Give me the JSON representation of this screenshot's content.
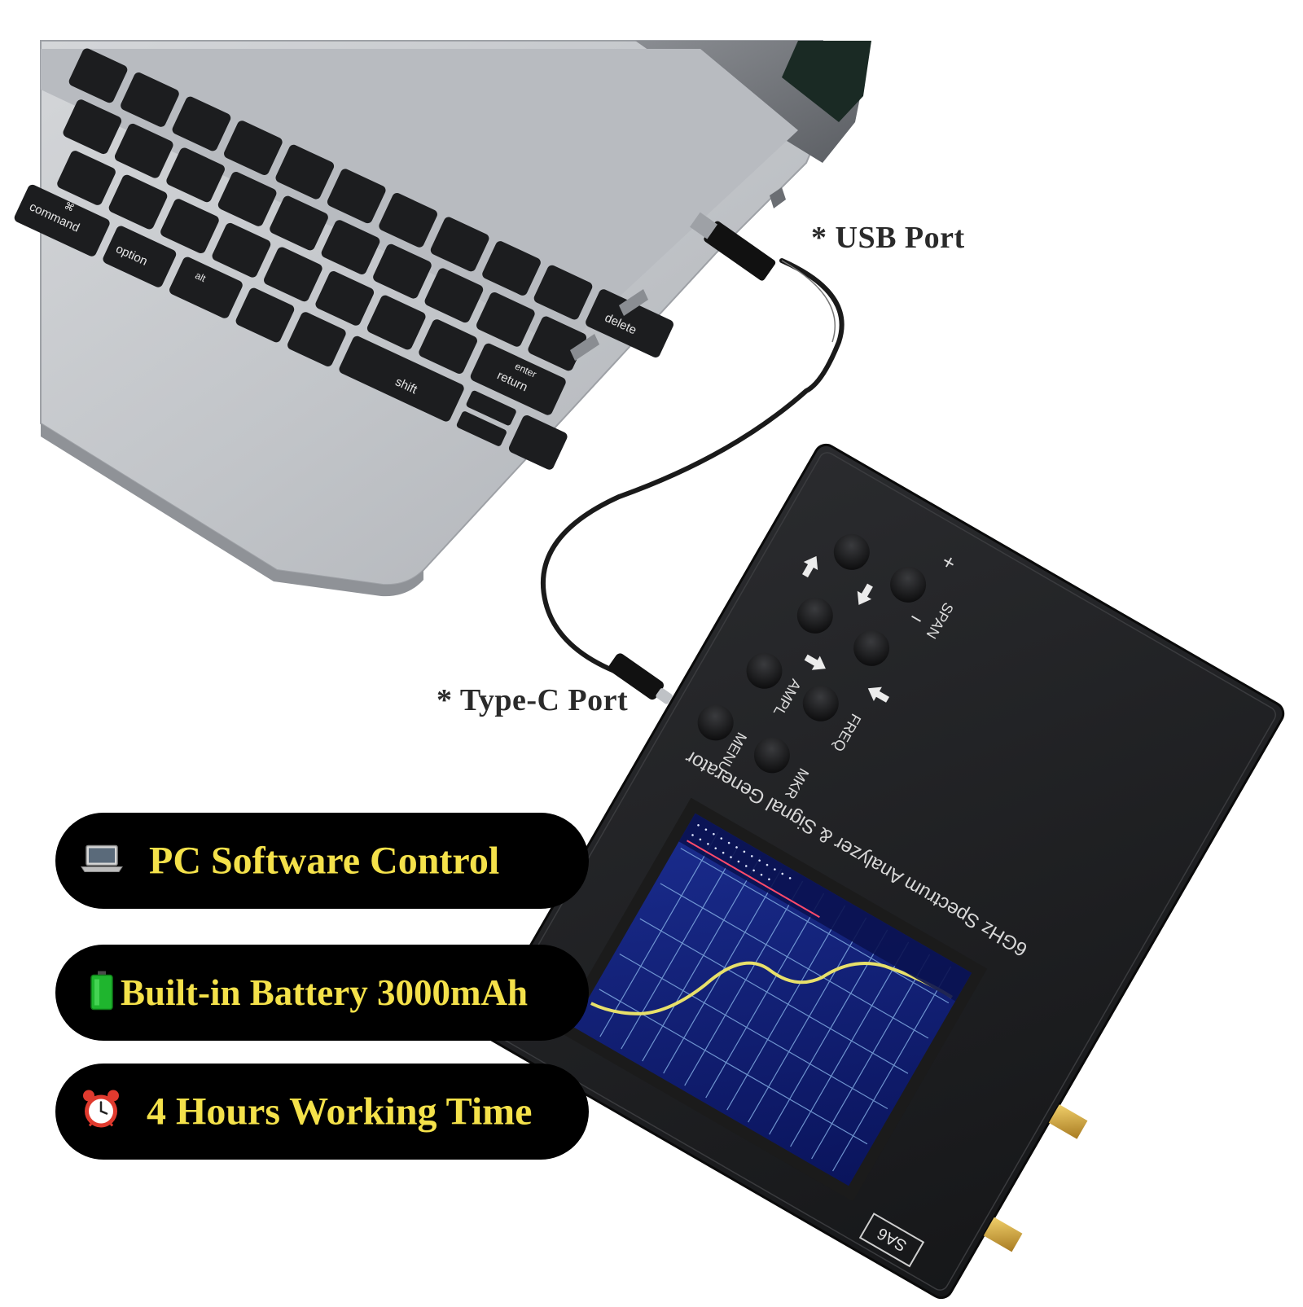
{
  "callouts": {
    "usb_port": "* USB Port",
    "type_c_port": "* Type-C Port"
  },
  "features": [
    {
      "icon": "laptop-icon",
      "label": "PC Software Control"
    },
    {
      "icon": "battery-icon",
      "label": "Built-in Battery 3000mAh"
    },
    {
      "icon": "alarm-clock-icon",
      "label": "4 Hours Working Time"
    }
  ],
  "device": {
    "title": "6GHz  Spectrum Analyzer & Signal Generator",
    "model": "SA6",
    "buttons": {
      "span": "SPAN",
      "freq": "FREQ",
      "ampl": "AMPL",
      "menu": "MENU",
      "mkr": "MKR",
      "plus": "+",
      "minus": "−"
    }
  },
  "laptop": {
    "keys": {
      "command": "command",
      "option": "option",
      "alt": "alt",
      "shift": "shift",
      "return": "return",
      "enter": "enter",
      "delete": "delete",
      "cmd_symbol": "⌘"
    }
  },
  "colors": {
    "feature_text": "#f4e14a",
    "pill_background": "#000000",
    "callout_text": "#2a2a2a",
    "device_body": "#1d1e20",
    "screen_trace": "#e8e06a",
    "screen_grid": "#7fa8e0",
    "screen_background": "#0c1a6e",
    "battery_green": "#2ec840"
  }
}
